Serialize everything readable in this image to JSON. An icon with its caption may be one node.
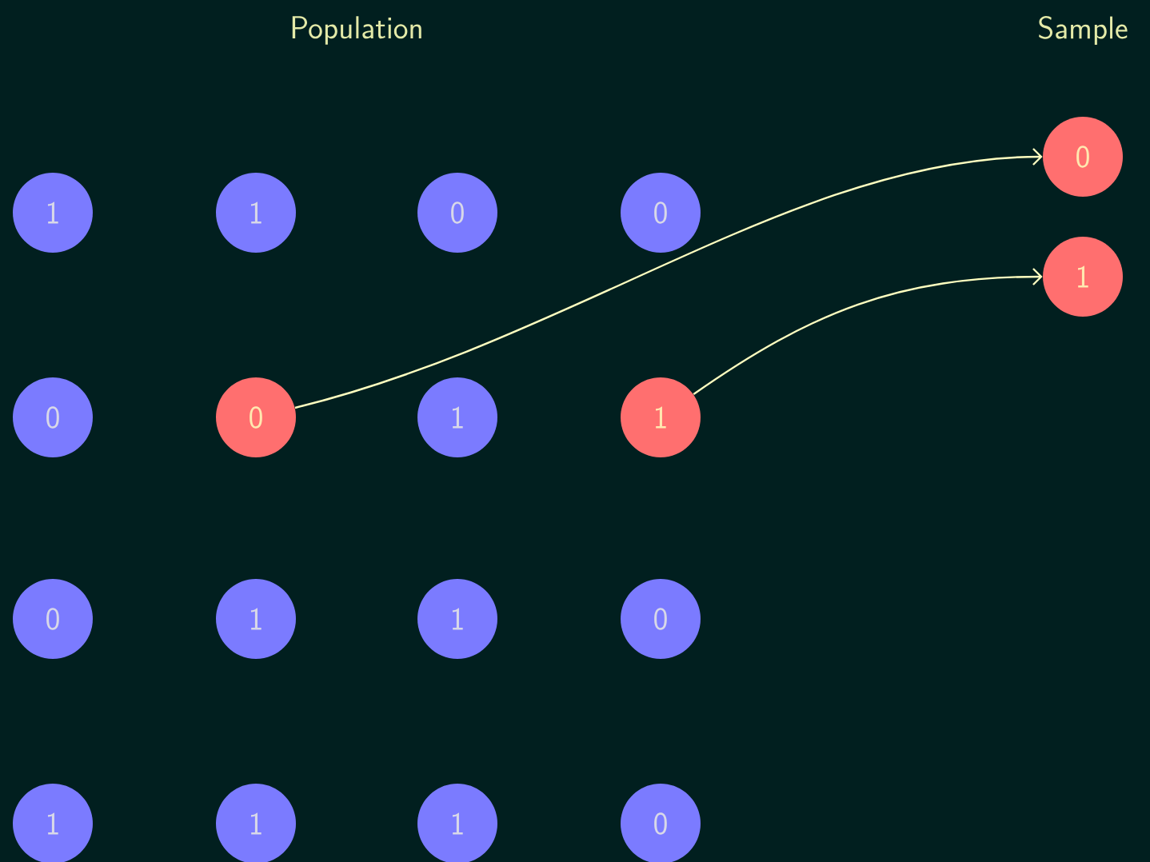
{
  "diagram": {
    "nodes": [
      {
        "text": [
          "1"
        ]
      },
      {
        "text": [
          "1"
        ]
      },
      {
        "text": [
          "0"
        ]
      },
      {
        "text": [
          "0"
        ]
      },
      {
        "text": [
          "0"
        ]
      },
      {
        "text": [
          "0"
        ]
      },
      {
        "text": [
          "1"
        ]
      },
      {
        "text": [
          "1"
        ]
      },
      {
        "text": [
          "0"
        ]
      },
      {
        "text": [
          "1"
        ]
      },
      {
        "text": [
          "1"
        ]
      },
      {
        "text": [
          "0"
        ]
      },
      {
        "text": [
          "1"
        ]
      },
      {
        "text": [
          "1"
        ]
      },
      {
        "text": [
          "1"
        ]
      },
      {
        "text": [
          "0"
        ]
      },
      {
        "text": [
          "0"
        ]
      },
      {
        "text": [
          "1"
        ]
      }
    ],
    "edges": [
      {
        "from": 5,
        "to": 16,
        "arrow": "to"
      },
      {
        "from": 7,
        "to": 17,
        "arrow": "to"
      }
    ],
    "labels": [
      "Population",
      "Sample"
    ]
  }
}
